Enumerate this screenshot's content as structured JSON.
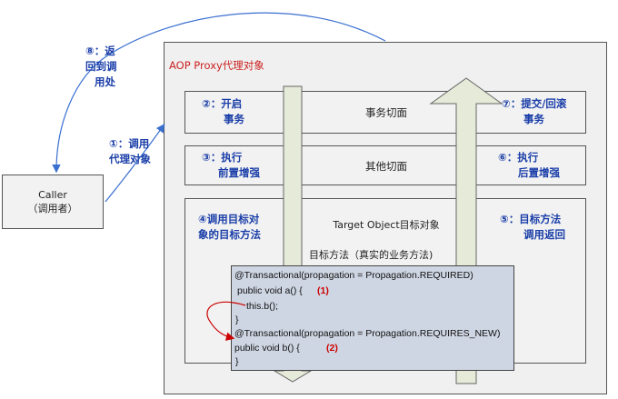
{
  "caller": {
    "line1": "Caller",
    "line2": "（调用者）"
  },
  "proxy_title": "AOP Proxy代理对象",
  "bands": {
    "tx": {
      "left_l1": "②：开启",
      "left_l2": "事务",
      "center": "事务切面",
      "right_l1": "⑦：提交/回滚",
      "right_l2": "事务"
    },
    "other": {
      "left_l1": "③：执行",
      "left_l2": "前置增强",
      "center": "其他切面",
      "right_l1": "⑥：执行",
      "right_l2": "后置增强"
    },
    "target": {
      "left_l1": "④调用目标对",
      "left_l2": "象的目标方法",
      "center": "Target Object目标对象",
      "right_l1": "⑤：目标方法",
      "right_l2": "调用返回",
      "method_label": "目标方法（真实的业务方法)"
    }
  },
  "step1": {
    "l1": "①：调用",
    "l2": "代理对象"
  },
  "step8": {
    "l1": "⑧：返",
    "l2": "回到调",
    "l3": "用处"
  },
  "code": {
    "line1": "@Transactional(propagation = Propagation.REQUIRED)",
    "line2": "public void a() {",
    "marker1": "(1)",
    "line3": "this.b();",
    "line4": "}",
    "line5": "@Transactional(propagation = Propagation.REQUIRES_NEW)",
    "line6": "public void b() {",
    "marker2": "(2)",
    "line7": "}"
  },
  "colors": {
    "blue_text": "#1a3ea8",
    "red": "#cc0000",
    "arrow_fill": "#e6ead8",
    "code_bg": "#cfd6e3"
  }
}
